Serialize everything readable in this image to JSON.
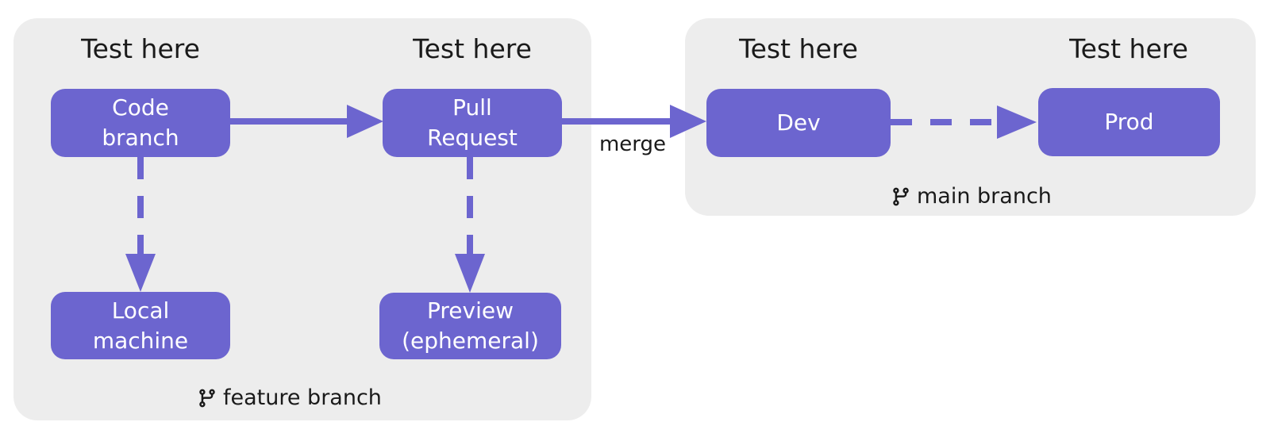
{
  "diagram": {
    "title_labels": {
      "test_labels": [
        "Test here",
        "Test here",
        "Test here",
        "Test here"
      ]
    },
    "groups": {
      "feature": {
        "branch_label": "feature branch"
      },
      "main": {
        "branch_label": "main branch"
      }
    },
    "nodes": {
      "code_branch": {
        "line1": "Code",
        "line2": "branch"
      },
      "pull_request": {
        "line1": "Pull",
        "line2": "Request"
      },
      "local_machine": {
        "line1": "Local",
        "line2": "machine"
      },
      "preview": {
        "line1": "Preview",
        "line2": "(ephemeral)"
      },
      "dev": {
        "line1": "Dev"
      },
      "prod": {
        "line1": "Prod"
      }
    },
    "edge_labels": {
      "merge": "merge"
    },
    "icons": {
      "branch": "git-branch-icon"
    },
    "colors": {
      "accent": "#6c65cf",
      "group-bg": "#ededed",
      "text": "#1a1a1a",
      "box-text": "#ffffff"
    }
  }
}
